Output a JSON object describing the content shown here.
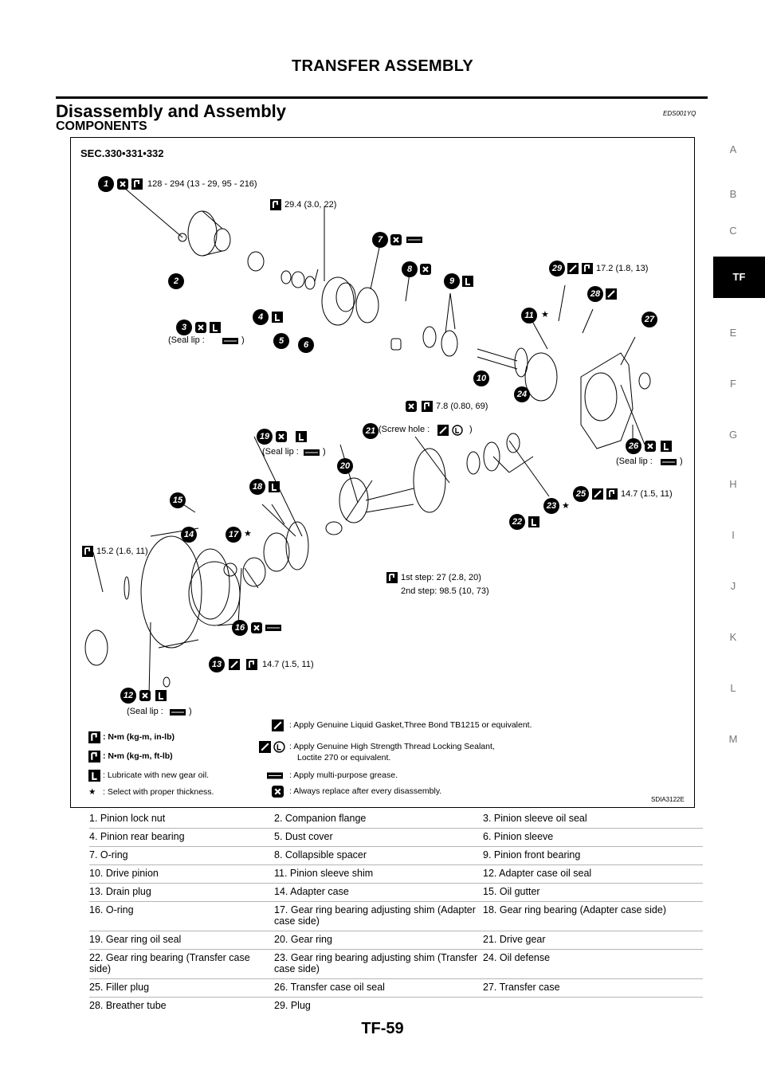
{
  "page": {
    "header_title": "TRANSFER ASSEMBLY",
    "section_title": "Disassembly and Assembly",
    "section_code": "EDS001YQ",
    "subsection_title": "COMPONENTS",
    "page_number": "TF-59"
  },
  "side_index": [
    "A",
    "B",
    "C",
    "TF",
    "E",
    "F",
    "G",
    "H",
    "I",
    "J",
    "K",
    "L",
    "M"
  ],
  "side_index_active": "TF",
  "figure": {
    "sec_label": "SEC.330•331•332",
    "figure_code": "SDIA3122E",
    "callouts": [
      "1",
      "2",
      "3",
      "4",
      "5",
      "6",
      "7",
      "8",
      "9",
      "10",
      "11",
      "12",
      "13",
      "14",
      "15",
      "16",
      "17",
      "18",
      "19",
      "20",
      "21",
      "22",
      "23",
      "24",
      "25",
      "26",
      "27",
      "28",
      "29"
    ],
    "torques": {
      "t1": "128 - 294 (13 - 29, 95 - 216)",
      "t_plug": "29.4 (3.0, 22)",
      "t29": "17.2 (1.8, 13)",
      "t24": "7.8 (0.80, 69)",
      "t25": "14.7 (1.5, 11)",
      "t14": "15.2 (1.6, 11)",
      "t_gear_1": "1st step: 27 (2.8, 20)",
      "t_gear_2": "2nd step: 98.5 (10, 73)",
      "t13": "14.7 (1.5, 11)"
    },
    "notes": {
      "seal_lip_open": "(Seal lip :",
      "close_paren": ")",
      "screw_hole": "(Screw hole :",
      "star": "★"
    },
    "legend": {
      "nm_kgm_inlb": ": N•m (kg-m, in-lb)",
      "nm_kgm_ftlb": ": N•m (kg-m, ft-lb)",
      "lubricate": ": Lubricate with new gear oil.",
      "select": ": Select with proper thickness.",
      "gasket": ": Apply Genuine Liquid Gasket,Three Bond TB1215 or equivalent.",
      "locking_1": ": Apply Genuine High Strength Thread Locking Sealant,",
      "locking_2": "Loctite 270 or equivalent.",
      "grease": ": Apply multi-purpose grease.",
      "replace": ": Always replace after every disassembly."
    }
  },
  "parts": [
    [
      "1. Pinion lock nut",
      "2. Companion flange",
      "3. Pinion sleeve oil seal"
    ],
    [
      "4. Pinion rear bearing",
      "5. Dust cover",
      "6. Pinion sleeve"
    ],
    [
      "7. O-ring",
      "8. Collapsible spacer",
      "9. Pinion front bearing"
    ],
    [
      "10. Drive pinion",
      "11. Pinion sleeve shim",
      "12. Adapter case oil seal"
    ],
    [
      "13. Drain plug",
      "14. Adapter case",
      "15. Oil gutter"
    ],
    [
      "16. O-ring",
      "17. Gear ring bearing adjusting shim (Adapter case side)",
      "18. Gear ring bearing (Adapter case side)"
    ],
    [
      "19. Gear ring oil seal",
      "20. Gear ring",
      "21. Drive gear"
    ],
    [
      "22. Gear ring bearing (Transfer case side)",
      "23. Gear ring bearing adjusting shim (Transfer case side)",
      "24. Oil defense"
    ],
    [
      "25. Filler plug",
      "26. Transfer case oil seal",
      "27. Transfer case"
    ],
    [
      "28. Breather tube",
      "29. Plug",
      ""
    ]
  ]
}
